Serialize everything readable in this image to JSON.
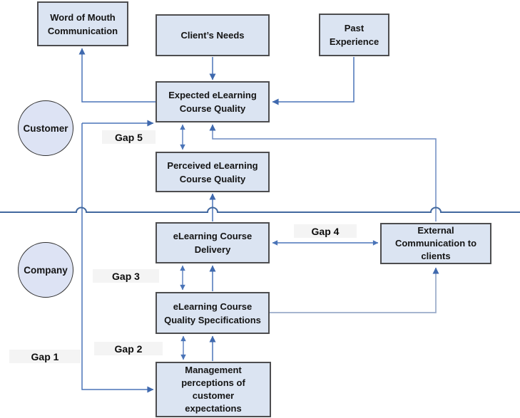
{
  "diagram": {
    "description": "Gap model of eLearning course quality (SERVQUAL adaptation)",
    "actors": {
      "customer": "Customer",
      "company": "Company"
    },
    "nodes": {
      "word_of_mouth": {
        "label": "Word of Mouth\nCommunication"
      },
      "clients_needs": {
        "label": "Client’s Needs"
      },
      "past_experience": {
        "label": "Past\nExperience"
      },
      "expected_quality": {
        "label": "Expected eLearning\nCourse Quality"
      },
      "perceived_quality": {
        "label": "Perceived eLearning\nCourse Quality"
      },
      "course_delivery": {
        "label": "eLearning Course\nDelivery"
      },
      "external_communication": {
        "label": "External\nCommunication to\nclients"
      },
      "quality_specifications": {
        "label": "eLearning Course\nQuality Specifications"
      },
      "management_perceptions": {
        "label": "Management\nperceptions of\ncustomer\nexpectations"
      }
    },
    "gaps": {
      "gap1": "Gap 1",
      "gap2": "Gap 2",
      "gap3": "Gap 3",
      "gap4": "Gap 4",
      "gap5": "Gap 5"
    },
    "colors": {
      "node_fill": "#dbe4f2",
      "node_border": "#4d4d4f",
      "connector_blue": "#4a74b8",
      "connector_light_blue": "#99abc9",
      "divider_blue": "#42689f",
      "gap_highlight": "#f4f4f4",
      "text": "#141414"
    }
  }
}
